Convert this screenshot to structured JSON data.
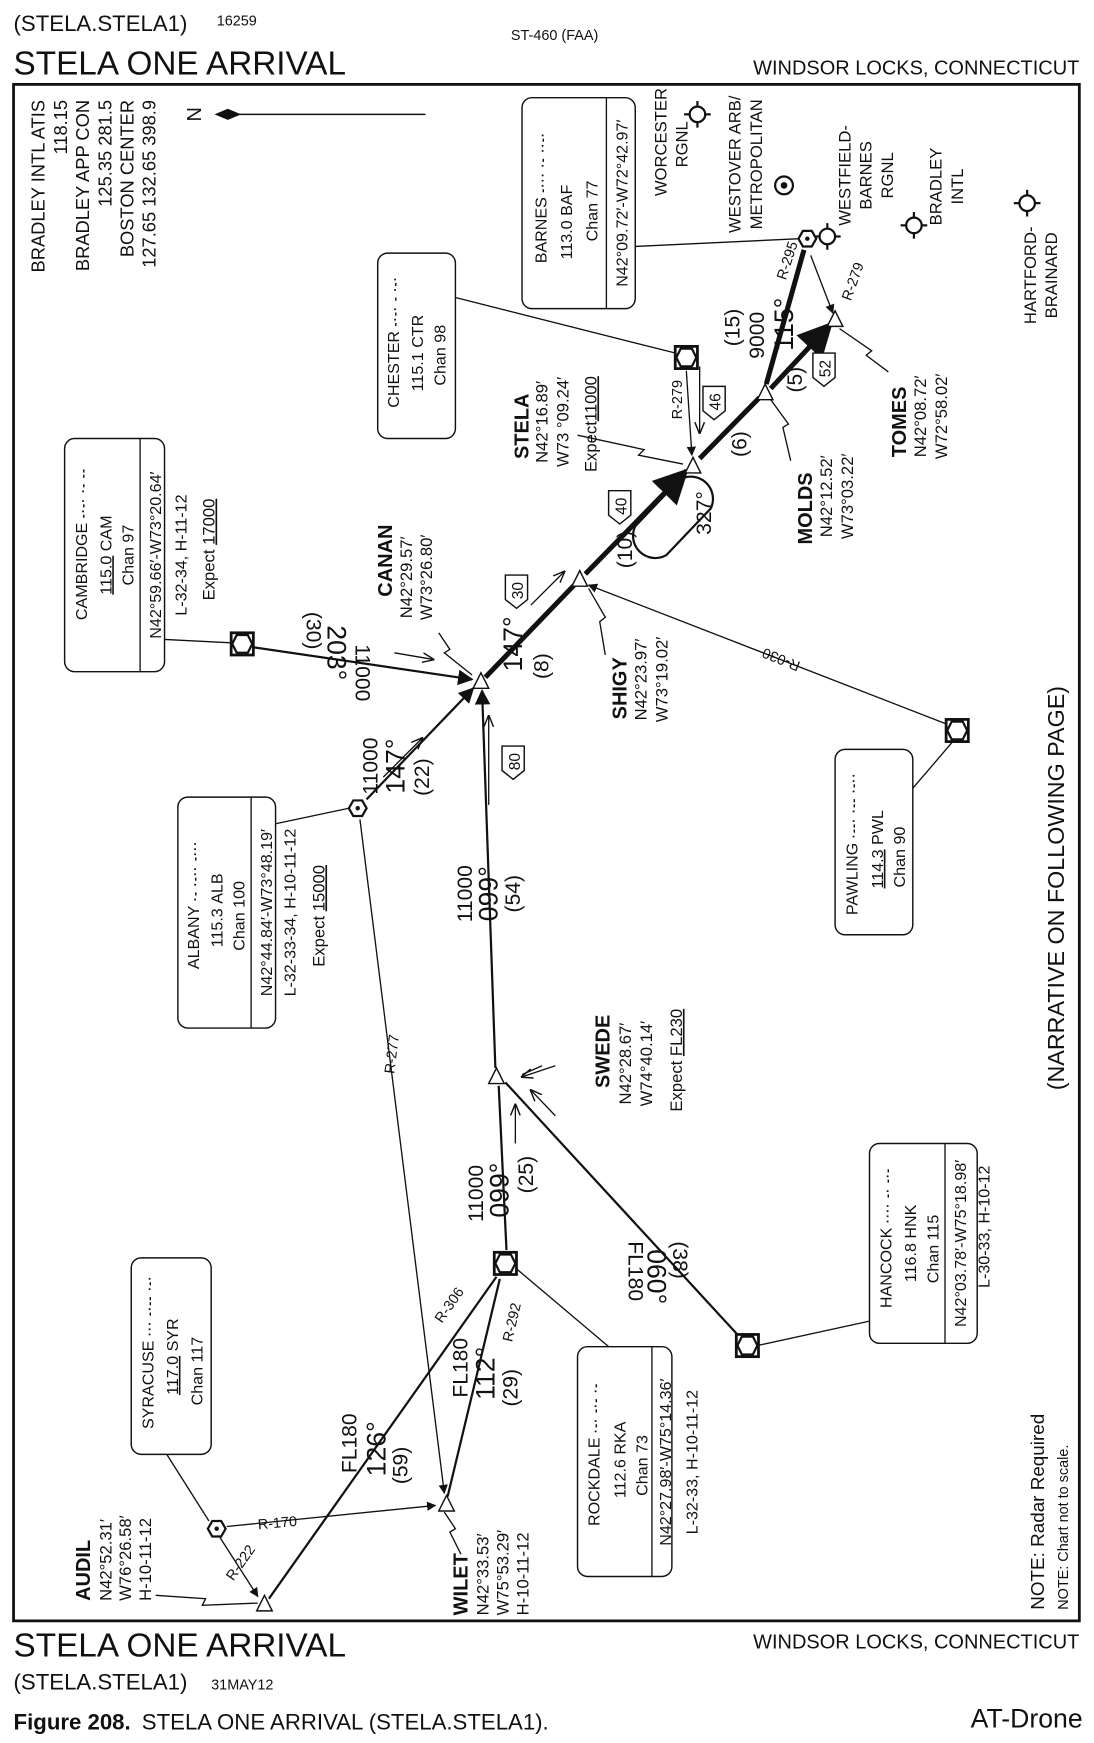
{
  "header": {
    "procedure_id": "(STELA.STELA1)",
    "number": "16259",
    "chart_code": "ST-460 (FAA)",
    "title": "STELA ONE ARRIVAL",
    "location": "WINDSOR LOCKS, CONNECTICUT"
  },
  "comms": [
    "BRADLEY INTL ATIS",
    "118.15",
    "BRADLEY APP CON",
    "125.35  281.5",
    "BOSTON CENTER",
    "127.65  132.65  398.9"
  ],
  "north": "N",
  "navaids": {
    "barnes": {
      "name": "BARNES",
      "freq": "113.0",
      "ident": "BAF",
      "morse": "-··· ·- ··-·",
      "chan": "Chan 77",
      "coords": "N42°09.72′-W72°42.97′"
    },
    "chester": {
      "name": "CHESTER",
      "freq": "115.1",
      "ident": "CTR",
      "morse": "-·-· - ·-·",
      "chan": "Chan 98"
    },
    "cambridge": {
      "name": "CAMBRIDGE",
      "freq": "115.0",
      "ident": "CAM",
      "morse": "-·-· ·- --",
      "chan": "Chan 97",
      "coords": "N42°59.66′-W73°20.64′",
      "charts": "L-32-34, H-11-12",
      "expect": "Expect",
      "expect_alt": "17000"
    },
    "albany": {
      "name": "ALBANY",
      "freq": "115.3",
      "ident": "ALB",
      "morse": "·- ·-·· -···",
      "chan": "Chan 100",
      "coords": "N42°44.84′-W73°48.19′",
      "charts": "L-32-33-34, H-10-11-12",
      "expect": "Expect",
      "expect_alt": "15000"
    },
    "pawling": {
      "name": "PAWLING",
      "freq": "114.3",
      "ident": "PWL",
      "morse": "·--· ·-- ·-··",
      "chan": "Chan 90"
    },
    "hancock": {
      "name": "HANCOCK",
      "freq": "116.8",
      "ident": "HNK",
      "morse": "···· -· -·-",
      "chan": "Chan 115",
      "coords": "N42°03.78′-W75°18.98′",
      "charts": "L-30-33, H-10-12"
    },
    "rockdale": {
      "name": "ROCKDALE",
      "freq": "112.6",
      "ident": "RKA",
      "morse": "·-· -·- ·-",
      "chan": "Chan 73",
      "coords": "N42°27.98′-W75°14.36′",
      "charts": "L-32-33, H-10-11-12"
    },
    "syracuse": {
      "name": "SYRACUSE",
      "freq": "117.0",
      "ident": "SYR",
      "morse": "··· -·-- ·-·",
      "chan": "Chan 117"
    }
  },
  "fixes": {
    "stela": {
      "name": "STELA",
      "lat": "N42°16.89′",
      "lon": "W73 °09.24′",
      "expect": "Expect",
      "expect_alt": "11000"
    },
    "molds": {
      "name": "MOLDS",
      "lat": "N42°12.52′",
      "lon": "W73°03.22′"
    },
    "tomes": {
      "name": "TOMES",
      "lat": "N42°08.72′",
      "lon": "W72°58.02′"
    },
    "shigy": {
      "name": "SHIGY",
      "lat": "N42°23.97′",
      "lon": "W73°19.02′"
    },
    "canan": {
      "name": "CANAN",
      "lat": "N42°29.57′",
      "lon": "W73°26.80′"
    },
    "swede": {
      "name": "SWEDE",
      "lat": "N42°28.67′",
      "lon": "W74°40.14′",
      "expect": "Expect",
      "expect_alt": "FL230"
    },
    "wilet": {
      "name": "WILET",
      "lat": "N42°33.53′",
      "lon": "W75°53.29′",
      "charts": "H-10-11-12"
    },
    "audil": {
      "name": "AUDIL",
      "lat": "N42°52.31′",
      "lon": "W76°26.58′",
      "charts": "H-10-11-12"
    }
  },
  "airports": {
    "worcester": [
      "WORCESTER",
      "RGNL"
    ],
    "westover": [
      "WESTOVER ARB/",
      "METROPOLITAN"
    ],
    "westfield": [
      "WESTFIELD-",
      "BARNES",
      "RGNL"
    ],
    "bradley": [
      "BRADLEY",
      "INTL"
    ],
    "hartford": [
      "HARTFORD-",
      "BRAINARD"
    ]
  },
  "routes": {
    "molds_barnes": {
      "alt": "9000",
      "course": "115°",
      "dist": "(15)"
    },
    "molds_tomes": {
      "dist": "(5)"
    },
    "stela_molds": {
      "dist": "(6)"
    },
    "shigy_stela": {
      "dist": "(10)"
    },
    "canan_shigy": {
      "course": "147°",
      "dist": "(8)"
    },
    "cambridge_canan": {
      "alt": "11000",
      "course": "203°",
      "dist": "(30)"
    },
    "albany_canan": {
      "alt": "11000",
      "course": "147°",
      "dist": "(22)"
    },
    "swede_canan": {
      "alt": "11000",
      "course": "099°",
      "dist": "(54)"
    },
    "rockdale_swede": {
      "alt": "11000",
      "course": "099°",
      "dist": "(25)"
    },
    "hancock_swede": {
      "alt": "FL180",
      "course": "060°",
      "dist": "(38)"
    },
    "audil_rockdale": {
      "alt": "FL180",
      "course": "126°",
      "dist": "(59)"
    },
    "wilet_rockdale": {
      "alt": "FL180",
      "course": "112°",
      "dist": "(29)"
    },
    "holding_course": "327°"
  },
  "mea_flags": [
    "52",
    "46",
    "40",
    "30",
    "80"
  ],
  "radials": {
    "barnes_295": "R-295",
    "barnes_279": "R-279",
    "chester_279": "R-279",
    "pawling_030": "R-030",
    "albany_277": "R-277",
    "rockdale_306": "R-306",
    "rockdale_292": "R-292",
    "syracuse_170": "R-170",
    "syracuse_222": "R-222"
  },
  "narrative": "(NARRATIVE ON FOLLOWING PAGE)",
  "notes": [
    "NOTE:  Radar Required",
    "NOTE: Chart not to scale."
  ],
  "footer": {
    "title": "STELA ONE ARRIVAL",
    "procedure_id": "(STELA.STELA1)",
    "date": "31MAY12",
    "location": "WINDSOR LOCKS, CONNECTICUT"
  },
  "caption": {
    "label": "Figure 208.",
    "text": "STELA ONE ARRIVAL (STELA.STELA1).",
    "watermark": "AT-Drone"
  }
}
